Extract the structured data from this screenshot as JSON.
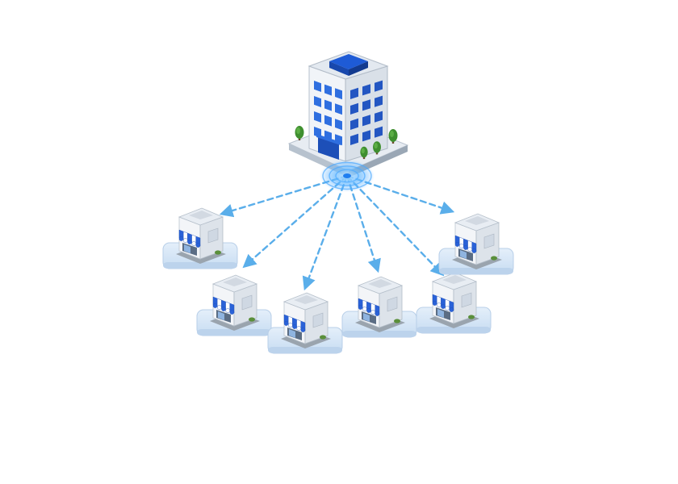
{
  "diagram": {
    "hub": {
      "kind": "headquarters-office-building"
    },
    "nodes": [
      {
        "kind": "retail-store"
      },
      {
        "kind": "retail-store"
      },
      {
        "kind": "retail-store"
      },
      {
        "kind": "retail-store"
      },
      {
        "kind": "retail-store"
      },
      {
        "kind": "retail-store"
      }
    ],
    "connection_style": "dashed-arrow",
    "colors": {
      "accent": "#1e5bd6",
      "building": "#e9eef5",
      "window": "#2f6fe0",
      "awning_blue": "#2a62d8",
      "awning_white": "#ffffff",
      "tile": "#d6e6f7",
      "arrow": "#5aaeea",
      "pulse": "#4aa8ff",
      "tree": "#3f8f2f"
    },
    "icons": [
      "office-building-icon",
      "storefront-icon",
      "tree-icon",
      "signal-pulse-icon"
    ]
  }
}
